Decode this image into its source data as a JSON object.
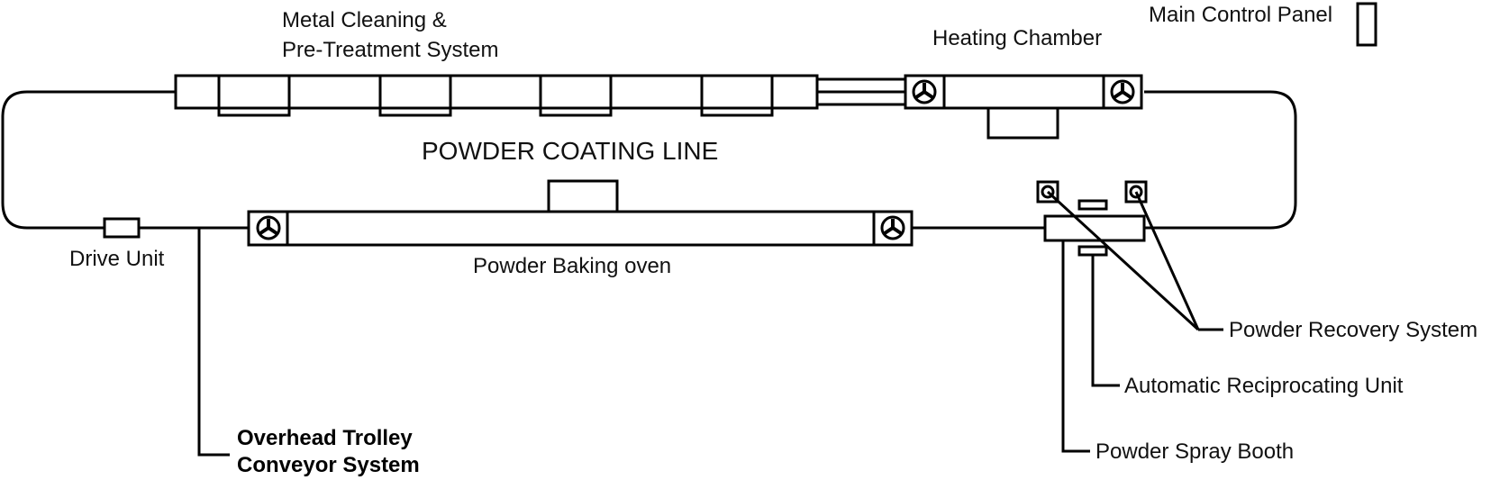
{
  "diagram": {
    "title": "POWDER COATING LINE",
    "labels": {
      "metal_cleaning_line1": "Metal Cleaning &",
      "metal_cleaning_line2": "Pre-Treatment System",
      "heating_chamber": "Heating Chamber",
      "main_control_panel": "Main Control Panel",
      "drive_unit": "Drive Unit",
      "powder_baking_oven": "Powder Baking oven",
      "powder_recovery_system": "Powder Recovery System",
      "automatic_reciprocating_unit": "Automatic Reciprocating Unit",
      "powder_spray_booth": "Powder Spray Booth",
      "overhead_trolley_line1": "Overhead Trolley",
      "overhead_trolley_line2": "Conveyor System"
    },
    "icons": {
      "fan": "fan-icon",
      "recovery_unit": "square-circle-icon"
    }
  }
}
